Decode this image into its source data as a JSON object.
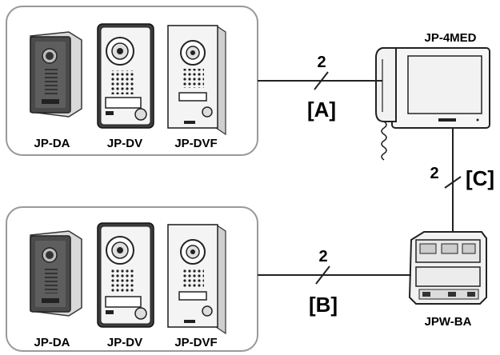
{
  "groups": [
    {
      "station_labels": [
        "JP-DA",
        "JP-DV",
        "JP-DVF"
      ]
    },
    {
      "station_labels": [
        "JP-DA",
        "JP-DV",
        "JP-DVF"
      ]
    }
  ],
  "monitor_label": "JP-4MED",
  "adaptor_label": "JPW-BA",
  "connections": [
    {
      "wires": "2",
      "tag": "[A]"
    },
    {
      "wires": "2",
      "tag": "[B]"
    },
    {
      "wires": "2",
      "tag": "[C]"
    }
  ]
}
